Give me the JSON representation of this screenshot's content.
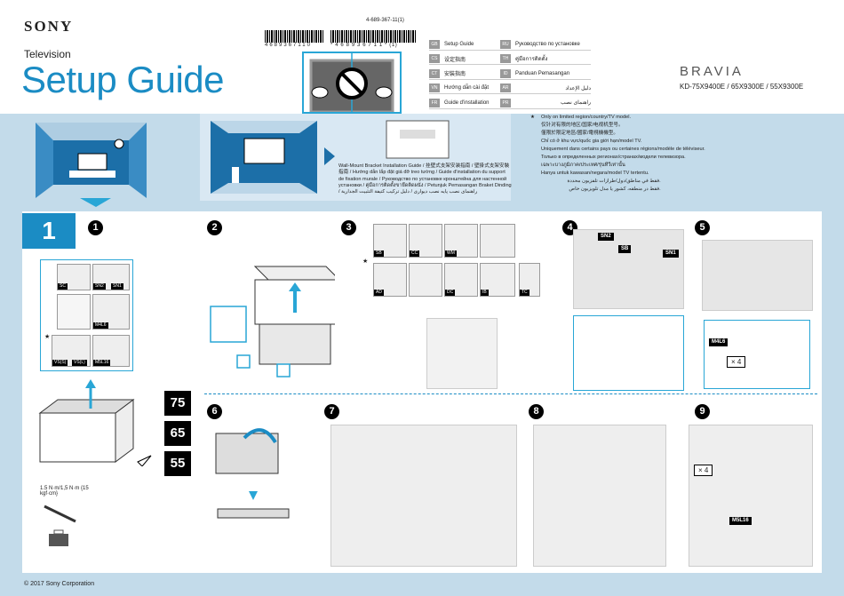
{
  "header": {
    "brand": "SONY",
    "category": "Television",
    "title": "Setup Guide",
    "doc_number": "4-689-367-11(1)",
    "barcode1": "4689367110",
    "barcode2": "* 4 6 8 9 3 6 7 1 1 * (1)",
    "series": "BRAVIA",
    "models": "KD-75X9400E / 65X9300E / 55X9300E"
  },
  "languages": [
    {
      "code": "GB",
      "label": "Setup Guide"
    },
    {
      "code": "CS",
      "label": "设定指南"
    },
    {
      "code": "CT",
      "label": "安裝指南"
    },
    {
      "code": "VN",
      "label": "Hướng dẫn cài đặt"
    },
    {
      "code": "FR",
      "label": "Guide d'installation"
    },
    {
      "code": "RU",
      "label": "Руководство по установке"
    },
    {
      "code": "TH",
      "label": "คู่มือการติดตั้ง"
    },
    {
      "code": "ID",
      "label": "Panduan Pemasangan"
    },
    {
      "code": "AR",
      "label": "دليل الإعداد"
    },
    {
      "code": "PR",
      "label": "راهنمای نصب"
    }
  ],
  "wall_mount_text": "Wall-Mount Bracket Installation Guide / 挂壁式支架安装指南 / 壁掛式支架安裝指南 / Hướng dẫn lắp đặt giá đỡ treo tường / Guide d'installation du support de fixation murale / Руководство по установке кронштейна для настенной установки / คู่มือการติดตั้งขายึดติดผนัง / Petunjuk Pemasangan Braket Dinding / راهنمای نصب پایه نصب دیواری / دليل تركيب كتيفة التثبيت الجدارية",
  "notes": {
    "star": "★",
    "lines": [
      "Only on limited region/country/TV model.",
      "仅针对有限的地区/国家/电视机型号。",
      "僅限於限定地區/國家/電視機機型。",
      "Chỉ có ở khu vực/quốc gia giới hạn/model TV.",
      "Uniquement dans certains pays ou certaines régions/modèle de téléviseur.",
      "Только в определенных регионах/странах/модели телевизора.",
      "เฉพาะบางภูมิภาค/ประเทศ/รุ่นทีวีเท่านั้น",
      "Hanya untuk kawasan/negara/model TV tertentu.",
      "فقط في مناطق/دول/طرازات تلفزيون محددة.",
      "فقط در منطقه، کشور یا مدل تلویزیون خاص."
    ]
  },
  "section": "1",
  "steps": [
    "1",
    "2",
    "3",
    "4",
    "5",
    "6",
    "7",
    "8",
    "9"
  ],
  "parts_step1": [
    "SC",
    "SN2",
    "SN1",
    "M4L6",
    "VS(S)",
    "VS(L)",
    "M5L16"
  ],
  "parts_step3": [
    "SB",
    "CC",
    "WM",
    "AD",
    "DC",
    "IB",
    "TC"
  ],
  "step4_labels": [
    "SN2",
    "SB",
    "SN1"
  ],
  "step5_labels": [
    "M4L6",
    "× 4"
  ],
  "step9_labels": [
    "× 4",
    "M5L16"
  ],
  "sizes": [
    "75",
    "65",
    "55"
  ],
  "torque": "1.5 N·m/1,5 N·m {15 kgf·cm}",
  "footer": "© 2017 Sony Corporation"
}
